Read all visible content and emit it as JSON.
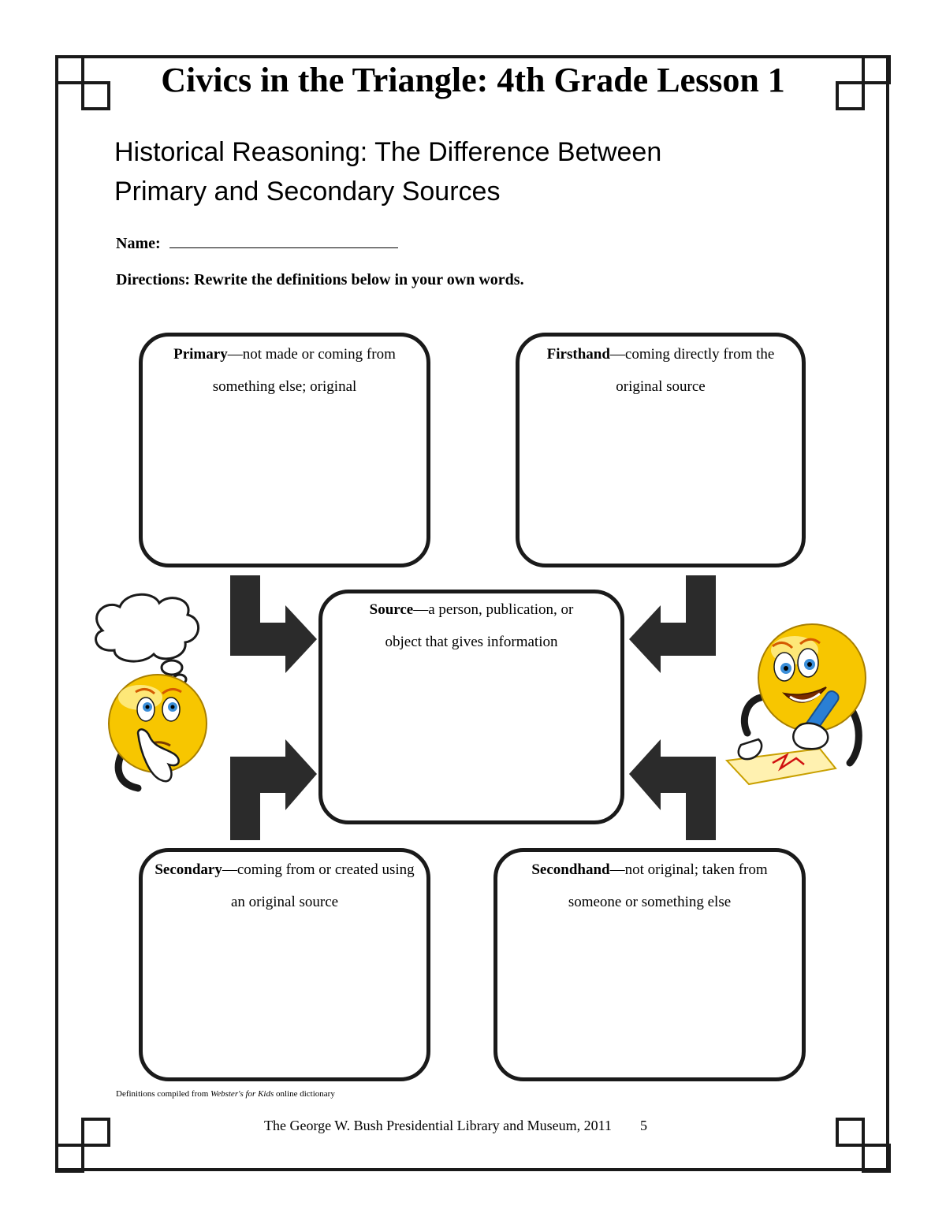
{
  "title": "Civics in the Triangle: 4th Grade Lesson 1",
  "subtitle": {
    "line1": "Historical Reasoning: The Difference Between",
    "line2": "Primary and Secondary Sources"
  },
  "name_label": "Name:",
  "directions": "Directions: Rewrite the definitions below in your own words.",
  "boxes": {
    "primary": {
      "term": "Primary",
      "definition": "—not made or coming from something else; original"
    },
    "firsthand": {
      "term": "Firsthand",
      "definition": "—coming directly  from the original source"
    },
    "source": {
      "term": "Source",
      "definition": "—a person, publication, or object that gives information"
    },
    "secondary": {
      "term": "Secondary",
      "definition": "—coming from or created using an original source"
    },
    "secondhand": {
      "term": "Secondhand",
      "definition": "—not original; taken from someone or something else"
    }
  },
  "footnote": {
    "prefix": "Definitions compiled from ",
    "source_title": "Webster's for Kids",
    "suffix": " online dictionary"
  },
  "footer": {
    "text": "The George W. Bush Presidential Library and Museum, 2011",
    "page_number": "5"
  },
  "colors": {
    "border": "#1a1a1a",
    "arrow": "#2b2b2b",
    "smiley_face": "#f7c600",
    "smiley_highlight": "#fff3a0",
    "eye_blue": "#3b8fd9",
    "pen_blue": "#2a7fd4",
    "paper": "#fff1b0"
  },
  "icons": [
    "thinking-smiley-icon",
    "writing-smiley-icon",
    "thought-bubble-icon",
    "arrow-icon"
  ]
}
